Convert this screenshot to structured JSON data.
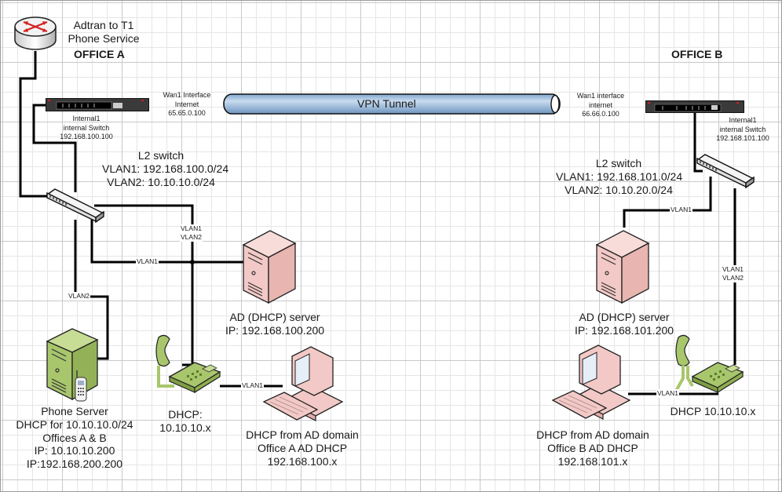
{
  "diagram": {
    "title": "Two-office VPN network topology",
    "vpn_tunnel": {
      "label": "VPN Tunnel"
    },
    "office_a": {
      "heading": "OFFICE A",
      "router": {
        "icon": "router-icon",
        "label_lines": [
          "Adtran to T1",
          "Phone Service"
        ]
      },
      "firewall": {
        "icon": "firewall-appliance-icon",
        "wan_lines": [
          "Wan1 Interface",
          "Internet",
          "65.65.0.100"
        ],
        "internal_lines": [
          "Internal1",
          "internal Switch",
          "192.168.100.100"
        ]
      },
      "l2_switch": {
        "icon": "l2-switch-icon",
        "label_lines": [
          "L2 switch",
          "VLAN1: 192.168.100.0/24",
          "VLAN2: 10.10.10.0/24"
        ]
      },
      "ad_server": {
        "icon": "server-tower-icon",
        "label_lines": [
          "AD (DHCP) server",
          "IP: 192.168.100.200"
        ]
      },
      "phone_server": {
        "icon": "phone-server-icon",
        "label_lines": [
          "Phone Server",
          "DHCP for 10.10.10.0/24",
          "Offices A & B",
          "IP: 10.10.10.200",
          "IP:192.168.200.200"
        ]
      },
      "ip_phone": {
        "icon": "ip-phone-icon",
        "label_lines": [
          "DHCP:",
          "10.10.10.x"
        ]
      },
      "workstation": {
        "icon": "workstation-icon",
        "label_lines": [
          "DHCP from AD domain",
          "Office A AD DHCP",
          "192.168.100.x"
        ]
      },
      "link_labels": {
        "trunk_top": [
          "VLAN1",
          "VLAN2"
        ],
        "to_ad": "VLAN1",
        "to_phone_server": "VLAN2",
        "phone_to_pc": "VLAN1"
      }
    },
    "office_b": {
      "heading": "OFFICE B",
      "firewall": {
        "icon": "firewall-appliance-icon",
        "wan_lines": [
          "Wan1 interface",
          "internet",
          "66.66.0.100"
        ],
        "internal_lines": [
          "Internal1",
          "internal Switch",
          "192.168.101.100"
        ]
      },
      "l2_switch": {
        "icon": "l2-switch-icon",
        "label_lines": [
          "L2 switch",
          "VLAN1: 192.168.101.0/24",
          "VLAN2: 10.10.20.0/24"
        ]
      },
      "ad_server": {
        "icon": "server-tower-icon",
        "label_lines": [
          "AD (DHCP) server",
          "IP: 192.168.101.200"
        ]
      },
      "ip_phone": {
        "icon": "ip-phone-icon",
        "label_lines": [
          "DHCP 10.10.10.x"
        ]
      },
      "workstation": {
        "icon": "workstation-icon",
        "label_lines": [
          "DHCP from AD domain",
          "Office B AD DHCP",
          "192.168.101.x"
        ]
      },
      "link_labels": {
        "to_ad": "VLAN1",
        "trunk": [
          "VLAN1",
          "VLAN2"
        ],
        "phone_to_pc": "VLAN1"
      }
    },
    "colors": {
      "wire": "#000000",
      "tunnel_fill": "#a9c4e0",
      "server_pink": "#f2c9c6",
      "device_green": "#a8c66c",
      "router_arrow": "#d42020",
      "grid_major": "#c9c9c9",
      "grid_minor": "#e6e6e6"
    }
  }
}
